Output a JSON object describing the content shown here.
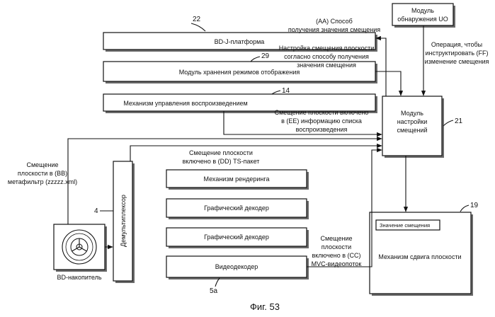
{
  "figure": {
    "caption": "Фиг. 53"
  },
  "blocks": {
    "bdj": {
      "label": "BD-J-платформа",
      "ref": "22"
    },
    "display_mode": {
      "label": "Модуль хранения режимов отображения",
      "ref": "29"
    },
    "playback": {
      "label": "Механизм управления воспроизведением",
      "ref": "14"
    },
    "uo": {
      "label_line1": "Модуль",
      "label_line2": "обнаружения UO"
    },
    "offset_module": {
      "label_line1": "Модуль",
      "label_line2": "настройки",
      "label_line3": "смещений",
      "ref": "21"
    },
    "demux": {
      "label": "Демультиплексор",
      "ref": "4"
    },
    "render": {
      "label": "Механизм рендеринга"
    },
    "gfx1": {
      "label": "Графический декодер"
    },
    "gfx2": {
      "label": "Графический декодер"
    },
    "video": {
      "label": "Видеодекодер",
      "ref": "5a"
    },
    "shift": {
      "label": "Механизм сдвига плоскости",
      "inner": "Значение смещения",
      "ref": "19"
    },
    "drive": {
      "label": "BD-накопитель"
    }
  },
  "annotations": {
    "aa": [
      "(AA) Способ",
      "получения значения смещения"
    ],
    "ff": [
      "Операция, чтобы",
      "инструктировать (FF)",
      "изменение смещения"
    ],
    "gg": [
      "Настройка смещения плоскости",
      "согласно способу получения",
      "значения смещения"
    ],
    "ee": [
      "Смещение плоскости включено",
      "в (EE) информацию списка",
      "воспроизведения"
    ],
    "dd": [
      "Смещение плоскости",
      "включено в (DD) TS-пакет"
    ],
    "bb": [
      "Смещение",
      "плоскости в (BB)",
      "метафильтр (zzzzz.xml)"
    ],
    "cc": [
      "Смещение",
      "плоскости",
      "включено в (CC)",
      "MVC-видеопоток"
    ]
  }
}
